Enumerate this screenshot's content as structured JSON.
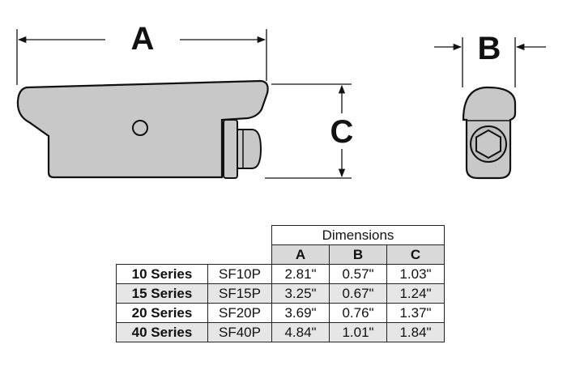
{
  "labels": {
    "a": "A",
    "b": "B",
    "c": "C"
  },
  "table": {
    "title": "Dimensions",
    "columns": [
      "A",
      "B",
      "C"
    ],
    "rows": [
      {
        "series": "10 Series",
        "part": "SF10P",
        "a": "2.81\"",
        "b": "0.57\"",
        "c": "1.03\""
      },
      {
        "series": "15 Series",
        "part": "SF15P",
        "a": "3.25\"",
        "b": "0.67\"",
        "c": "1.24\""
      },
      {
        "series": "20 Series",
        "part": "SF20P",
        "a": "3.69\"",
        "b": "0.76\"",
        "c": "1.37\""
      },
      {
        "series": "40 Series",
        "part": "SF40P",
        "a": "4.84\"",
        "b": "1.01\"",
        "c": "1.84\""
      }
    ]
  },
  "colors": {
    "part_fill": "#c8c8c8",
    "line": "#111111",
    "row_shade": "#e6e6e6",
    "header_shade": "#d9d9d9"
  }
}
